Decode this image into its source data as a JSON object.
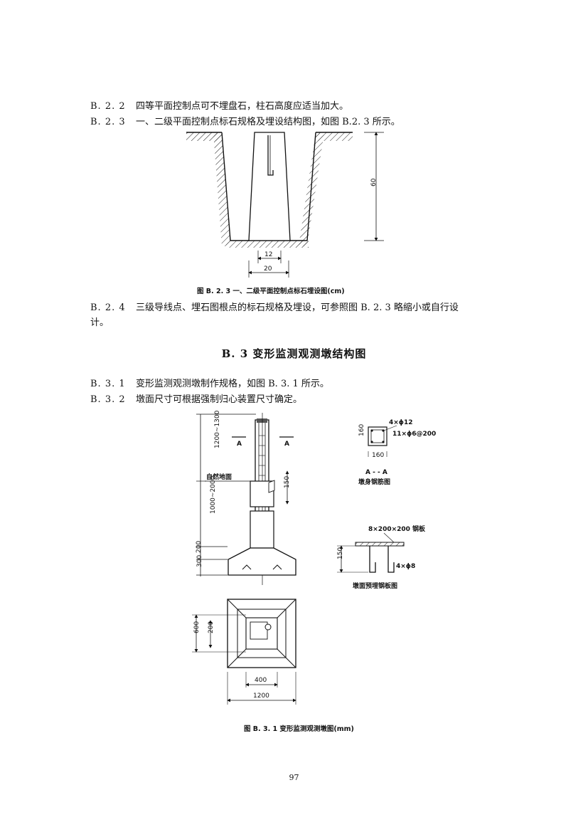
{
  "paragraphs": {
    "b222": {
      "num": "B. 2. 2",
      "text": "四等平面控制点可不埋盘石，柱石高度应适当加大。"
    },
    "b223": {
      "num": "B. 2. 3",
      "text": "一、二级平面控制点标石规格及埋设结构图，如图 B.2. 3 所示。"
    },
    "b224": {
      "num": "B. 2. 4",
      "text": "三级导线点、埋石图根点的标石规格及埋设，可参照图 B. 2. 3 略缩小或自行设",
      "cont": "计。"
    },
    "b331": {
      "num": "B. 3. 1",
      "text": "变形监测观测墩制作规格，如图 B. 3. 1 所示。"
    },
    "b332": {
      "num": "B. 3. 2",
      "text": "墩面尺寸可根据强制归心装置尺寸确定。"
    }
  },
  "section_heading": "B. 3   变形监测观测墩结构图",
  "figure_b23": {
    "caption": "图 B. 2. 3   一、二级平面控制点标石埋设图(cm)",
    "dims": {
      "height": "60",
      "top": "12",
      "bottom": "20"
    }
  },
  "figure_b31": {
    "caption": "图 B. 3. 1   变形监测观测墩图(mm)",
    "elevation": {
      "dim_top": "1200~1300",
      "dim_mid": "1000~2000",
      "dim_200": "200",
      "dim_300": "300",
      "dim_150": "150",
      "ground_label": "自然地面",
      "section_mark": "A"
    },
    "section_aa": {
      "label": "A - - A",
      "title": "墩身钢筋图",
      "rebar_main": "4×ϕ12",
      "rebar_stirrup": "11×ϕ6@200",
      "dim_w": "160",
      "dim_h": "160"
    },
    "plate": {
      "label": "8×200×200  钢板",
      "bar": "4×ϕ8",
      "dim": "150",
      "title": "墩面预埋钢板图"
    },
    "plan": {
      "dim_600": "600",
      "dim_200": "200",
      "dim_400": "400",
      "dim_1200": "1200"
    }
  },
  "page_number": "97"
}
